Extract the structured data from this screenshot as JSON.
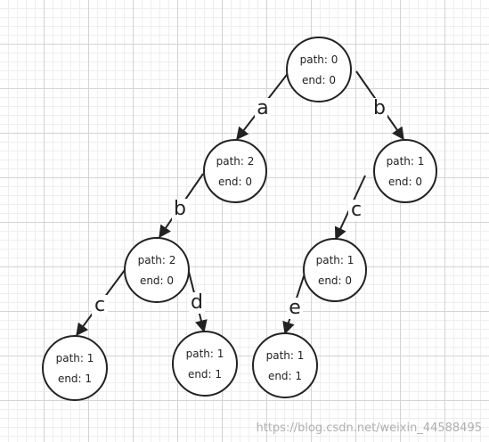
{
  "trie": {
    "nodes": [
      {
        "id": "root",
        "path_label": "path: 0",
        "end_label": "end: 0"
      },
      {
        "id": "a",
        "path_label": "path: 2",
        "end_label": "end: 0"
      },
      {
        "id": "b",
        "path_label": "path: 1",
        "end_label": "end: 0"
      },
      {
        "id": "ab",
        "path_label": "path: 2",
        "end_label": "end: 0"
      },
      {
        "id": "bc",
        "path_label": "path: 1",
        "end_label": "end: 0"
      },
      {
        "id": "abc",
        "path_label": "path: 1",
        "end_label": "end: 1"
      },
      {
        "id": "abd",
        "path_label": "path: 1",
        "end_label": "end: 1"
      },
      {
        "id": "bce",
        "path_label": "path: 1",
        "end_label": "end: 1"
      }
    ],
    "edges": [
      {
        "from": "root",
        "to": "a",
        "label": "a"
      },
      {
        "from": "root",
        "to": "b",
        "label": "b"
      },
      {
        "from": "a",
        "to": "ab",
        "label": "b"
      },
      {
        "from": "b",
        "to": "bc",
        "label": "c"
      },
      {
        "from": "ab",
        "to": "abc",
        "label": "c"
      },
      {
        "from": "ab",
        "to": "abd",
        "label": "d"
      },
      {
        "from": "bc",
        "to": "bce",
        "label": "e"
      }
    ]
  },
  "watermark": "https://blog.csdn.net/weixin_44588495"
}
